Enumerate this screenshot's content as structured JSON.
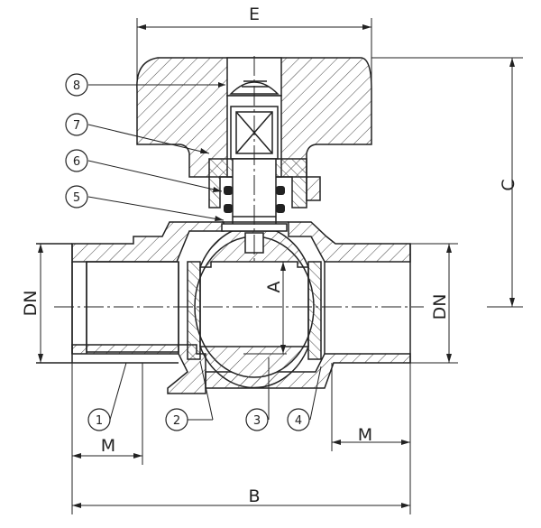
{
  "drawing": {
    "dimensions": {
      "E": "E",
      "C": "C",
      "A": "A",
      "DN_left": "DN",
      "DN_right": "DN",
      "M_left": "M",
      "M_right": "M",
      "B": "B"
    },
    "callouts": [
      "1",
      "2",
      "3",
      "4",
      "5",
      "6",
      "7",
      "8"
    ],
    "colors": {
      "line": "#222222",
      "hatch": "#444444",
      "background": "#ffffff"
    }
  }
}
